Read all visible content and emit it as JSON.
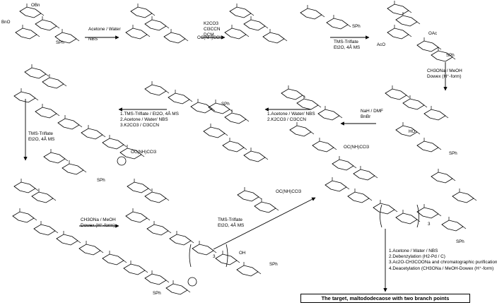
{
  "step_labels": {
    "a1": [
      "Acetone / Water",
      "NBS"
    ],
    "a2": [
      "K2CO3",
      "Cl3CCN",
      "DCM"
    ],
    "a3": [
      "TMS-Triflate",
      "Et2O, 4Å MS"
    ],
    "a4": [
      "CH3ONa / MeOH",
      "Dowex (H⁺-form)"
    ],
    "a5": [
      "NaH / DMF",
      "BnBr"
    ],
    "a6": [
      "1.Acetone / Water/ NBS",
      "2.K2CO3 / Cl3CCN"
    ],
    "a7": [
      "1.TMS-Triflate / Et2O, 4Å MS",
      "2.Acetone / Water/ NBS",
      "3.K2CO3 / Cl3CCN"
    ],
    "a8": [
      "TMS-Triflate",
      "Et2O, 4Å MS"
    ],
    "a9": [
      "CH3ONa / MeOH",
      "Dowex (H⁺-form)"
    ],
    "a10": [
      "TMS-Triflate",
      "Et2O, 4Å MS"
    ],
    "a11": [
      "1.Acetone / Water / NBS",
      "2.Debenzylation (H2-Pd / C)",
      "3.Ac2O-CH3COONa and chromatographic purification",
      "4.Deacetylation (CH3ONa / MeOH-Dowex (H⁺-form)"
    ]
  },
  "structure_labels": {
    "sph": "SPh",
    "oh": "OH",
    "leaving_group": "OC(NH)CCl3",
    "repeat_index": "3",
    "ring_substituents": [
      "OBn",
      "BnO",
      "OAc",
      "AcO",
      "HO"
    ]
  },
  "target_label": "The target, maltododecaose with two branch points"
}
